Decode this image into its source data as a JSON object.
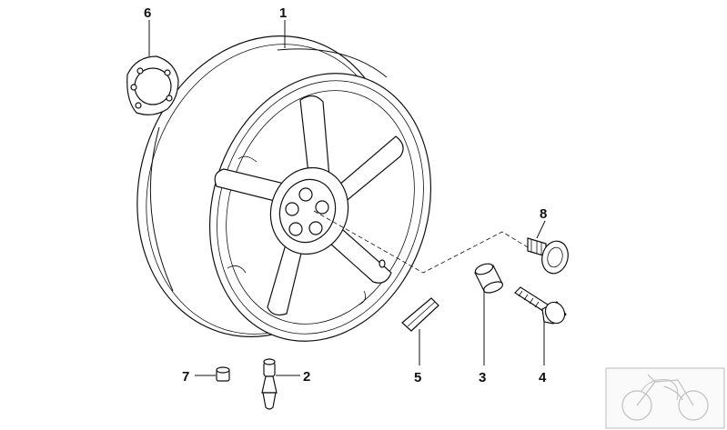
{
  "diagram": {
    "callouts": [
      {
        "id": "1",
        "label": "1"
      },
      {
        "id": "2",
        "label": "2"
      },
      {
        "id": "3",
        "label": "3"
      },
      {
        "id": "4",
        "label": "4"
      },
      {
        "id": "5",
        "label": "5"
      },
      {
        "id": "6",
        "label": "6"
      },
      {
        "id": "7",
        "label": "7"
      },
      {
        "id": "8",
        "label": "8"
      }
    ],
    "colors": {
      "line": "#111111",
      "background": "#ffffff",
      "thumbnail_frame": "#bbbbbb"
    },
    "icons": [
      "motorcycle-thumbnail-icon"
    ]
  }
}
